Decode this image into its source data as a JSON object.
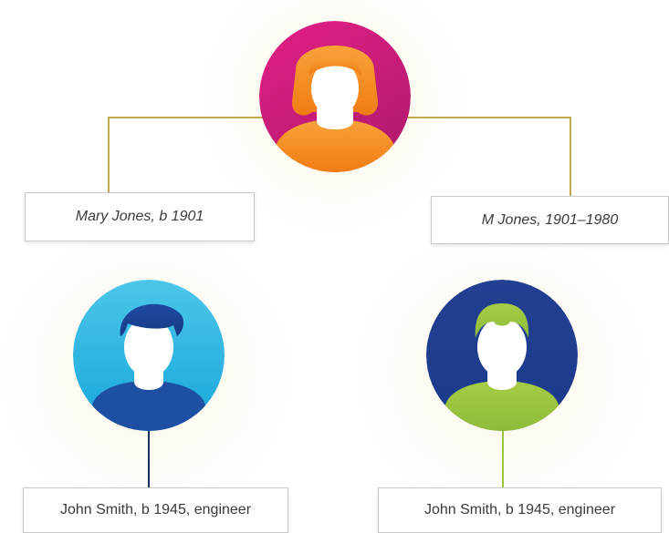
{
  "nodes": [
    {
      "id": "parent",
      "avatar": "woman-avatar-icon",
      "colors": {
        "background": "#d81b7a",
        "hair": "#f7941d",
        "shirt": "#f7941d"
      }
    },
    {
      "id": "child-left",
      "avatar": "man-avatar-icon",
      "colors": {
        "background": "#29b6e6",
        "hair": "#1e4fa3",
        "shirt": "#1e4fa3"
      }
    },
    {
      "id": "child-right",
      "avatar": "man-avatar-icon",
      "colors": {
        "background": "#1f3f91",
        "hair": "#9bc53d",
        "shirt": "#9bc53d"
      }
    }
  ],
  "labels": {
    "mary": "Mary Jones, b 1901",
    "m_jones": "M Jones, 1901–1980",
    "john_left": "John Smith, b 1945, engineer",
    "john_right": "John Smith, b 1945, engineer"
  },
  "connector_colors": {
    "top": "#c4a84e",
    "left": "#14315c",
    "right": "#9bc53d"
  }
}
